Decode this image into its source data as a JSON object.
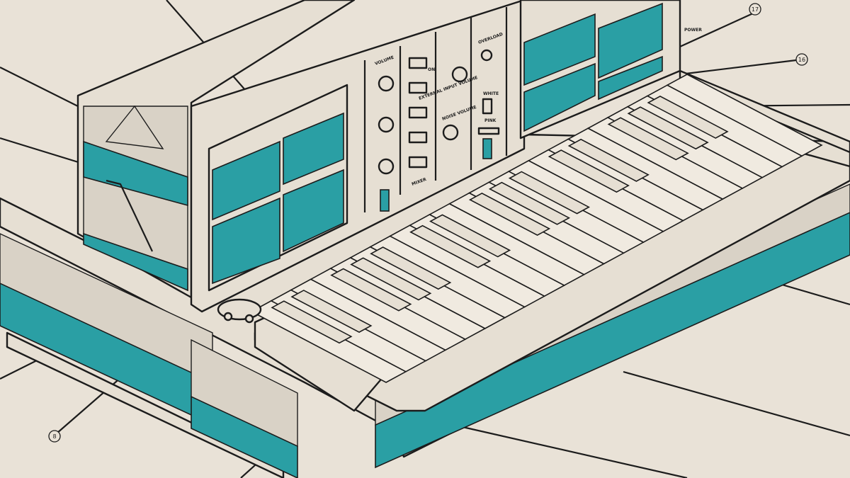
{
  "illustration": {
    "panel_labels": {
      "volume": "VOLUME",
      "mixer": "MIXER",
      "external_input_volume": "EXTERNAL INPUT VOLUME",
      "noise_volume": "NOISE VOLUME",
      "overload": "OVERLOAD",
      "white": "WHITE",
      "pink": "PINK",
      "on": "ON",
      "power": "POWER"
    },
    "callouts": [
      {
        "number": "17"
      },
      {
        "number": "16"
      },
      {
        "number": "8"
      }
    ],
    "colors": {
      "background": "#e9e2d7",
      "teal": "#2a9fa4",
      "ink": "#1c1c1c"
    },
    "keyboard": {
      "white_keys": 22
    }
  }
}
